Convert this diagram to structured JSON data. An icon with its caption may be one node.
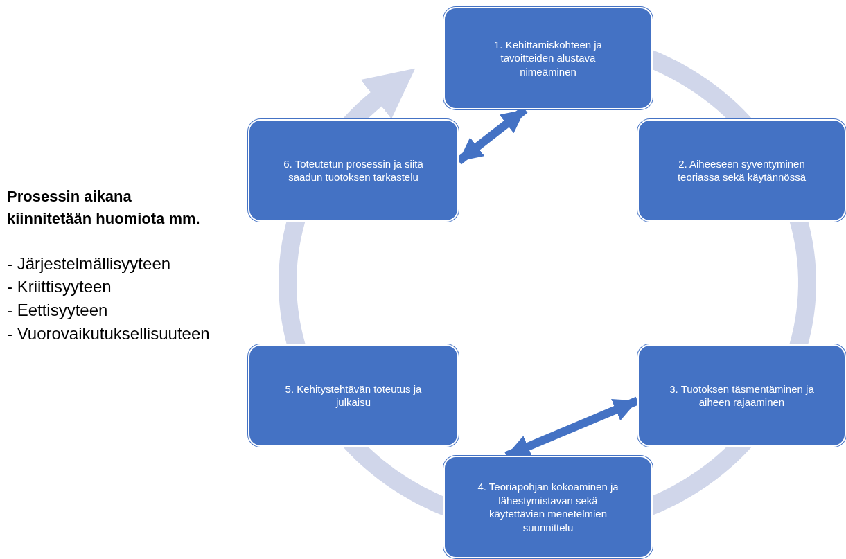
{
  "diagram": {
    "nodes": [
      {
        "text": [
          "1. Kehittämiskohteen ja tavoitteiden alustava nimeäminen"
        ]
      },
      {
        "text": [
          "2. Aiheeseen syventyminen teoriassa sekä käytännössä"
        ]
      },
      {
        "text": [
          "3. Tuotoksen täsmentäminen ja aiheen rajaaminen"
        ]
      },
      {
        "text": [
          "4. Teoriapohjan kokoaminen ja lähestymistavan sekä käytettävien menetelmien suunnittelu"
        ]
      },
      {
        "text": [
          "5. Kehitystehtävän toteutus ja julkaisu"
        ]
      },
      {
        "text": [
          "6. Toteutetun prosessin ja siitä saadun tuotoksen tarkastelu"
        ]
      }
    ],
    "edges": [
      {
        "from": 5,
        "to": 0,
        "arrow": "both"
      },
      {
        "from": 2,
        "to": 3,
        "arrow": "both"
      }
    ],
    "labels": [
      "Prosessin aikana kiinnitetään huomiota mm.",
      "- Järjestelmällisyyteen",
      "- Kriittisyyteen",
      "- Eettisyyteen",
      "- Vuorovaikutuksellisuuteen"
    ]
  }
}
